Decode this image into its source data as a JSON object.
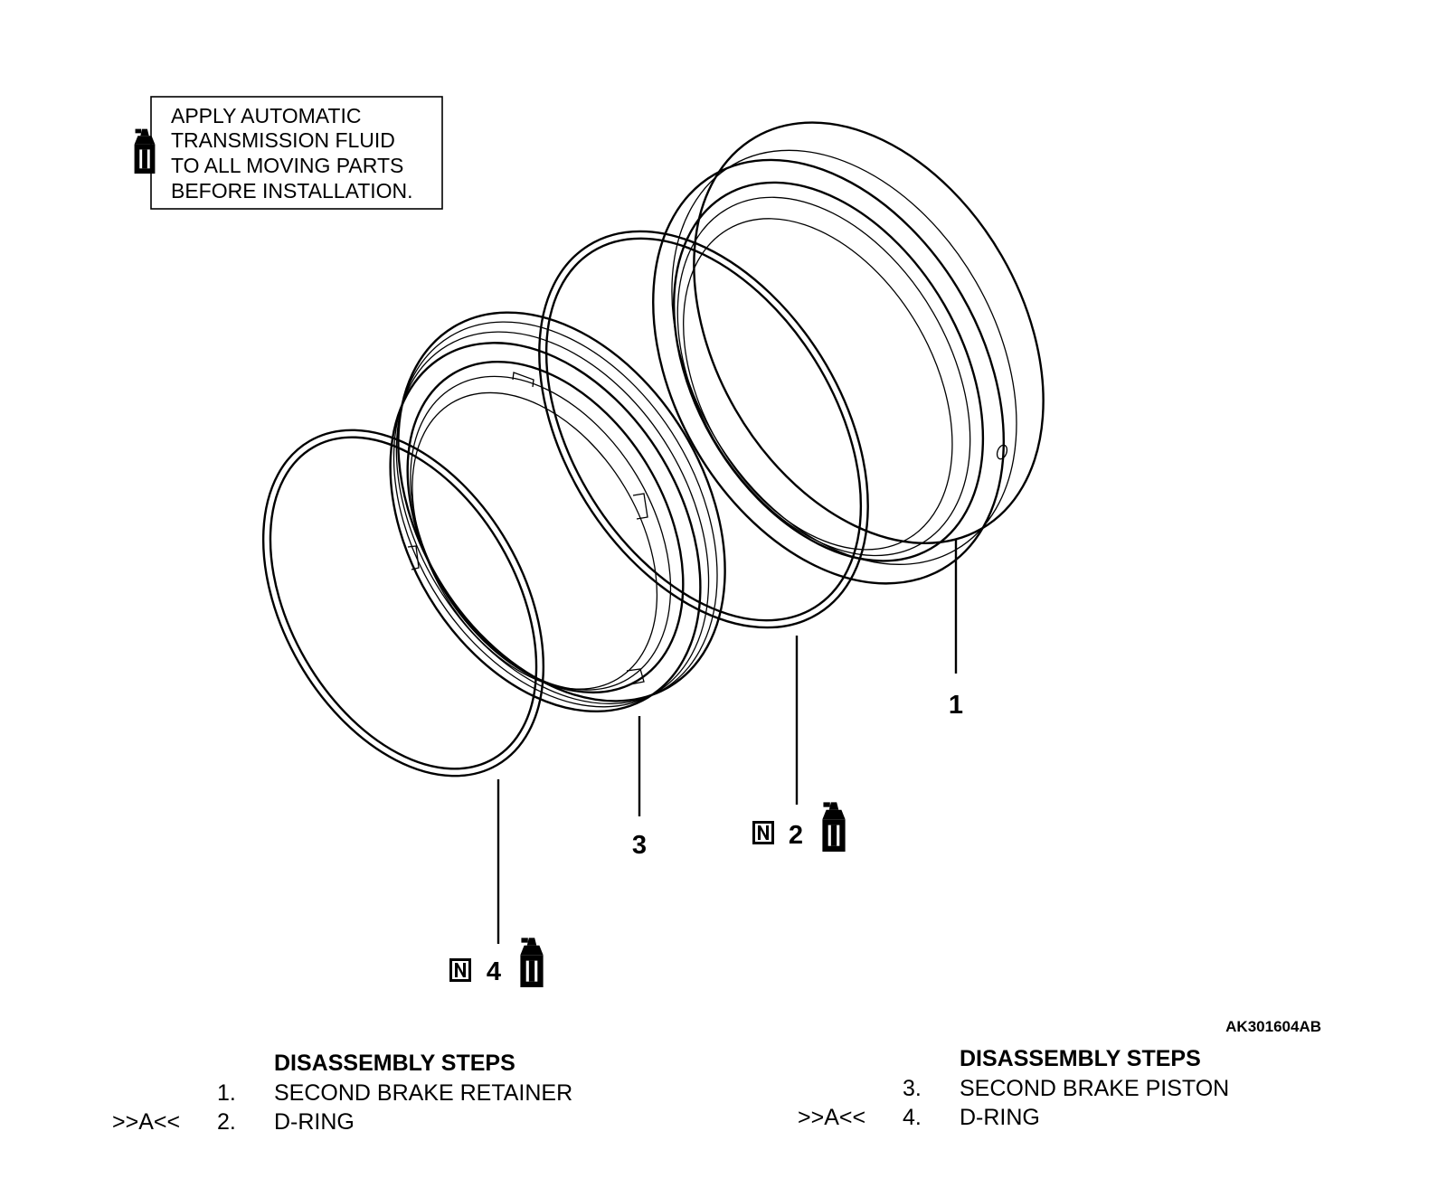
{
  "note": {
    "lines": [
      "APPLY AUTOMATIC",
      "TRANSMISSION FLUID",
      "TO ALL MOVING PARTS",
      "BEFORE INSTALLATION."
    ]
  },
  "callouts": {
    "part1": "1",
    "part2": "2",
    "part3": "3",
    "part4": "4",
    "new_part_symbol": "N"
  },
  "figure_code": "AK301604AB",
  "steps_left": {
    "title": "DISASSEMBLY STEPS",
    "items": [
      {
        "marker": "",
        "number": "1.",
        "name": "SECOND BRAKE RETAINER"
      },
      {
        "marker": ">>A<<",
        "number": "2.",
        "name": "D-RING"
      }
    ]
  },
  "steps_right": {
    "title": "DISASSEMBLY STEPS",
    "items": [
      {
        "marker": "",
        "number": "3.",
        "name": "SECOND BRAKE PISTON"
      },
      {
        "marker": ">>A<<",
        "number": "4.",
        "name": "D-RING"
      }
    ]
  },
  "icons": {
    "fluid": "oil-can-icon",
    "new_part": "new-part-n-icon"
  },
  "colors": {
    "ink": "#000000",
    "paper": "#ffffff"
  }
}
